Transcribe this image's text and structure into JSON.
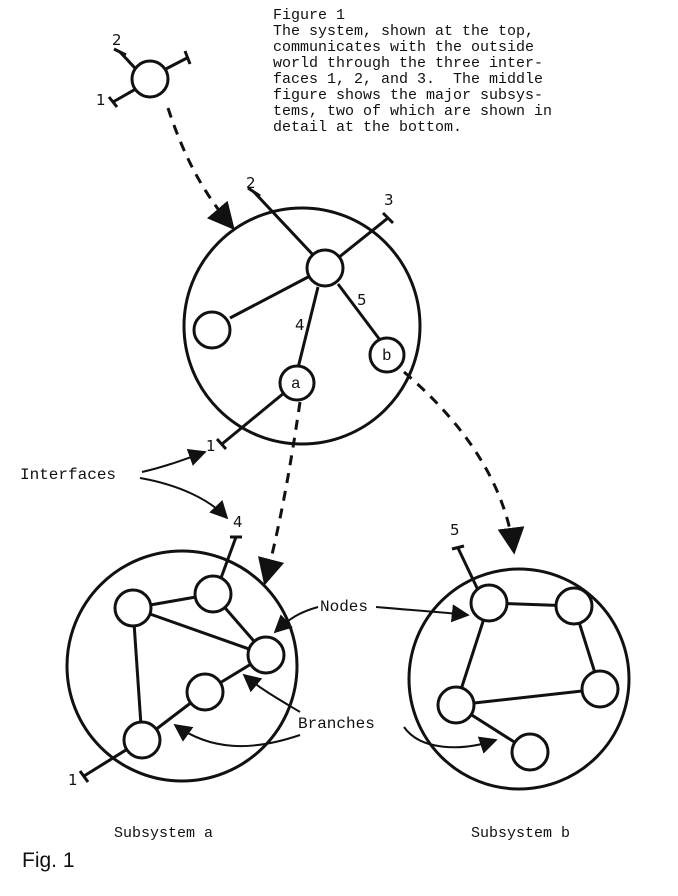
{
  "caption": {
    "title": "Figure 1",
    "lines": [
      "The system, shown at the top,",
      "communicates with the outside",
      "world through the three inter-",
      "faces 1, 2, and 3.  The middle",
      "figure shows the major subsys-",
      "tems, two of which are shown in",
      "detail at the bottom."
    ]
  },
  "top_system": {
    "interface_labels": [
      "2",
      "1"
    ]
  },
  "middle_system": {
    "interface_labels": [
      "2",
      "3",
      "1"
    ],
    "branch_labels": [
      "4",
      "5"
    ],
    "node_labels": [
      "a",
      "b"
    ]
  },
  "subsystem_a": {
    "interface_labels": [
      "4",
      "1"
    ],
    "label": "Subsystem a"
  },
  "subsystem_b": {
    "interface_labels": [
      "5"
    ],
    "label": "Subsystem b"
  },
  "annotations": {
    "interfaces": "Interfaces",
    "nodes": "Nodes",
    "branches": "Branches"
  },
  "figure_label": "Fig. 1"
}
